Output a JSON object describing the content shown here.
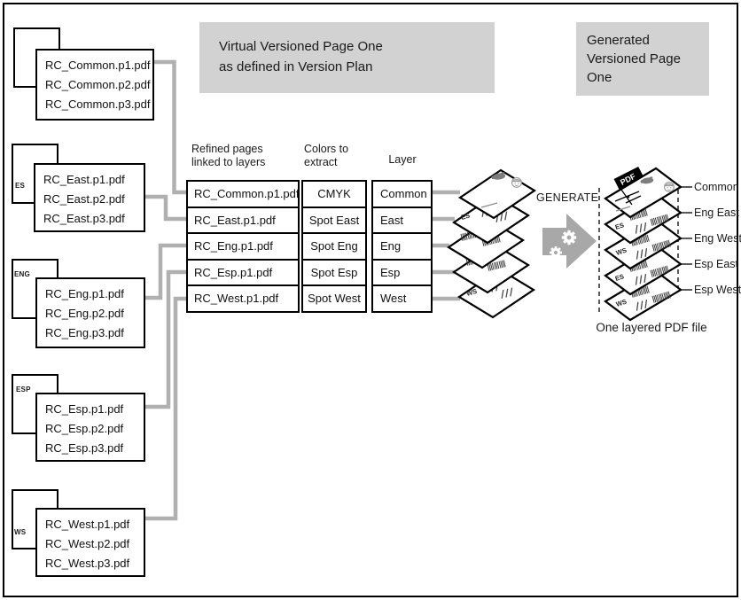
{
  "title_boxes": {
    "virtual": [
      "Virtual Versioned Page One",
      "as defined in Version Plan"
    ],
    "generated": "Generated Versioned Page One"
  },
  "source_stacks": [
    {
      "tag": "",
      "files": [
        "RC_Common.p1.pdf",
        "RC_Common.p2.pdf",
        "RC_Common.p3.pdf"
      ]
    },
    {
      "tag": "ES",
      "files": [
        "RC_East.p1.pdf",
        "RC_East.p2.pdf",
        "RC_East.p3.pdf"
      ]
    },
    {
      "tag": "ENG",
      "files": [
        "RC_Eng.p1.pdf",
        "RC_Eng.p2.pdf",
        "RC_Eng.p3.pdf"
      ]
    },
    {
      "tag": "ESP",
      "files": [
        "RC_Esp.p1.pdf",
        "RC_Esp.p2.pdf",
        "RC_Esp.p3.pdf"
      ]
    },
    {
      "tag": "WS",
      "files": [
        "RC_West.p1.pdf",
        "RC_West.p2.pdf",
        "RC_West.p3.pdf"
      ]
    }
  ],
  "table": {
    "headers": [
      "Refined pages linked to layers",
      "Colors to extract",
      "Layer"
    ],
    "rows": [
      {
        "page": "RC_Common.p1.pdf",
        "color": "CMYK",
        "layer": "Common"
      },
      {
        "page": "RC_East.p1.pdf",
        "color": "Spot East",
        "layer": "East"
      },
      {
        "page": "RC_Eng.p1.pdf",
        "color": "Spot Eng",
        "layer": "Eng"
      },
      {
        "page": "RC_Esp.p1.pdf",
        "color": "Spot Esp",
        "layer": "Esp"
      },
      {
        "page": "RC_West.p1.pdf",
        "color": "Spot West",
        "layer": "West"
      }
    ]
  },
  "generate_label": "GENERATE",
  "output_stack": {
    "layers": [
      "Common",
      "Eng East",
      "Eng West",
      "Esp East",
      "Esp West"
    ],
    "caption": "One layered PDF file"
  },
  "page_tags": {
    "es": "ES",
    "ws": "WS",
    "pdf": "PDF"
  },
  "colors": {
    "connector": "#b0b0b0",
    "arrow": "#a8a8a8",
    "title_box": "#d2d2d2",
    "line": "#000000"
  }
}
